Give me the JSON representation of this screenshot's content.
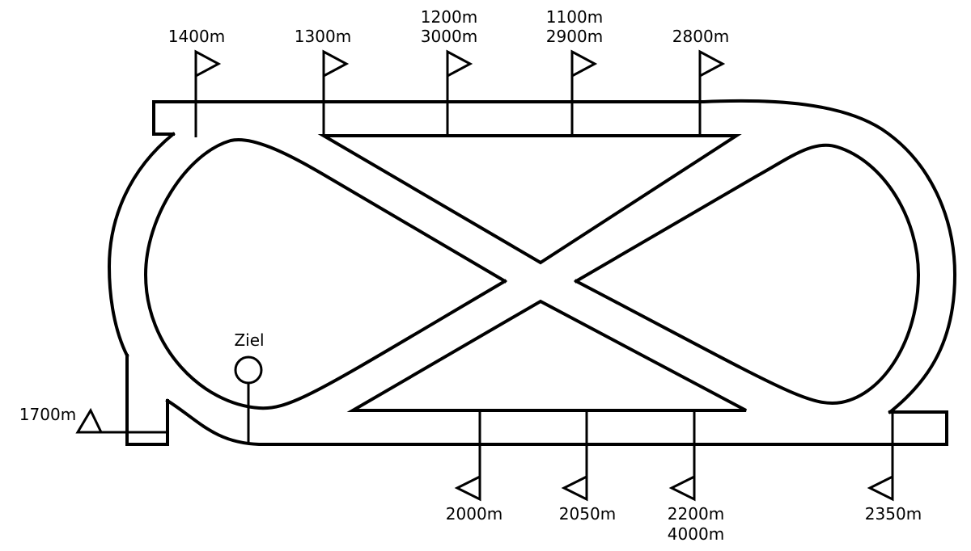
{
  "diagram": {
    "finish_label": "Ziel",
    "start_markers": [
      {
        "id": "m1400",
        "lines": [
          "1400m"
        ]
      },
      {
        "id": "m1300",
        "lines": [
          "1300m"
        ]
      },
      {
        "id": "m1200",
        "lines": [
          "1200m",
          "3000m"
        ]
      },
      {
        "id": "m1100",
        "lines": [
          "1100m",
          "2900m"
        ]
      },
      {
        "id": "m2800",
        "lines": [
          "2800m"
        ]
      },
      {
        "id": "m1700",
        "lines": [
          "1700m"
        ]
      },
      {
        "id": "m2000",
        "lines": [
          "2000m"
        ]
      },
      {
        "id": "m2050",
        "lines": [
          "2050m"
        ]
      },
      {
        "id": "m2200",
        "lines": [
          "2200m",
          "4000m"
        ]
      },
      {
        "id": "m2350",
        "lines": [
          "2350m"
        ]
      }
    ]
  }
}
